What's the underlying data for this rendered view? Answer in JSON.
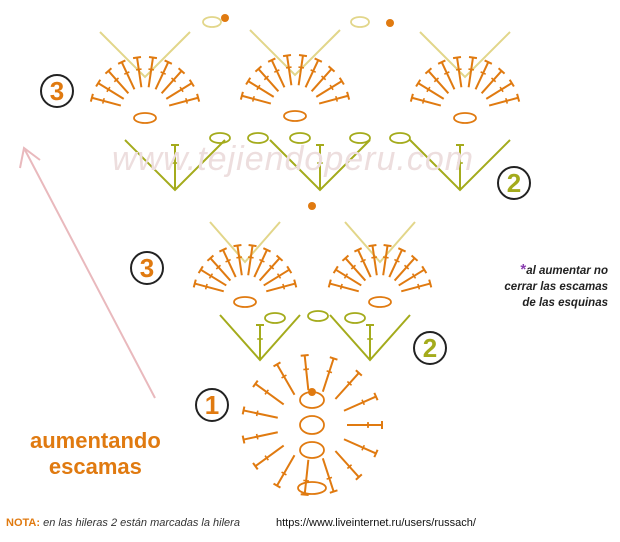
{
  "labels": {
    "row_top_3": "3",
    "row_upper_2": "2",
    "row_mid_3": "3",
    "row_lower_2": "2",
    "row_1": "1"
  },
  "title": {
    "line1": "aumentando",
    "line2": "escamas"
  },
  "side_note": {
    "asterisk": "*",
    "line1": "al aumentar no",
    "line2": "cerrar las escamas",
    "line3": "de las esquinas"
  },
  "watermark": "www.tejiendoperu.com",
  "footer": {
    "nota": "NOTA:",
    "text": " en las hileras 2 están marcadas la hilera",
    "url": "https://www.liveinternet.ru/users/russach/"
  },
  "colors": {
    "orange": "#e07a10",
    "green": "#a4ab1c",
    "pale_yellow": "#e2d68a",
    "arrow_pink": "#e9b9bd",
    "asterisk_purple": "#8a3fb0"
  }
}
